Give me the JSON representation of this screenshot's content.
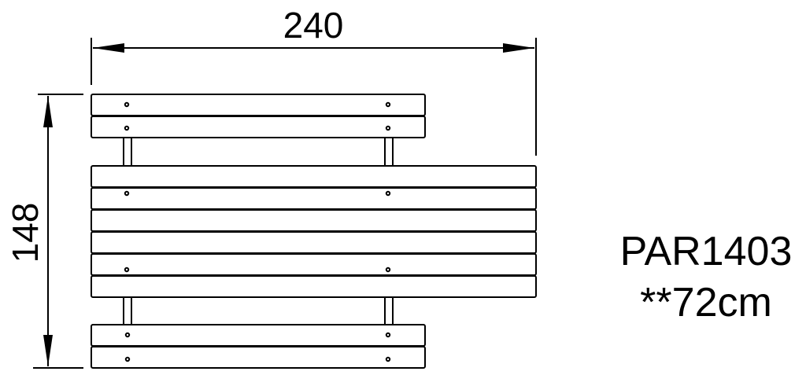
{
  "drawing": {
    "type": "technical-plan-view",
    "subject": "picnic table with two benches (top view)",
    "line_color": "#000000",
    "background": "#ffffff"
  },
  "dimensions": {
    "width_label": "240",
    "depth_label": "148"
  },
  "product": {
    "code": "PAR1403",
    "height_note": "**72cm"
  },
  "table": {
    "board_count": 6,
    "bolts_per_bolted_board": 2
  },
  "benches": [
    {
      "position": "top",
      "board_count": 2
    },
    {
      "position": "bottom",
      "board_count": 2
    }
  ]
}
